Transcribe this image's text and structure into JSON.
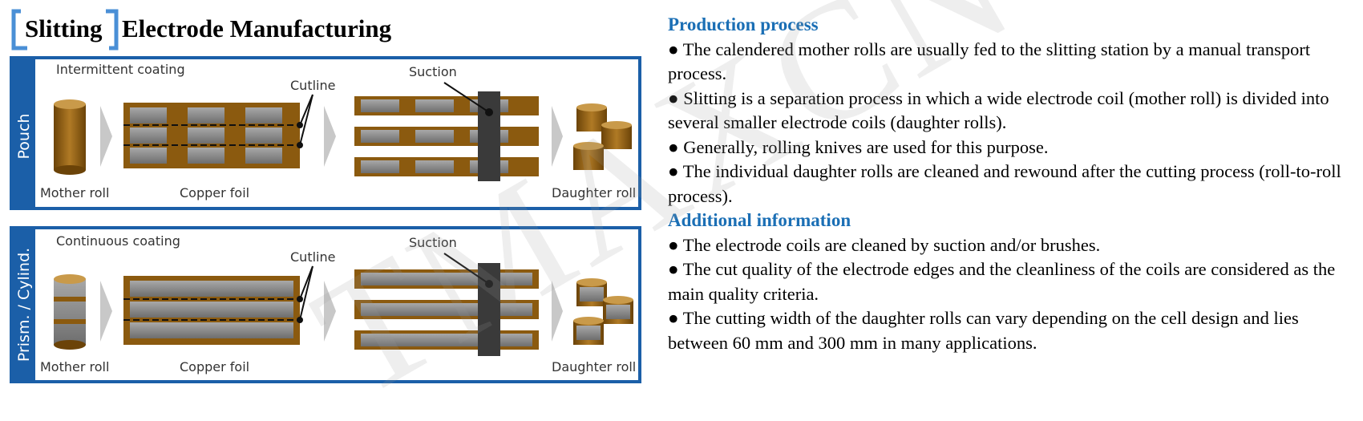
{
  "title": {
    "part1": "Slitting",
    "part2": "Electrode Manufacturing"
  },
  "colors": {
    "frame": "#1b5fa8",
    "bracket": "#4a8fd6",
    "foil": "#8b5a0f",
    "coating": "#8a8a8a",
    "suction": "#3a3a3a",
    "heading": "#1b6fb5"
  },
  "diagram": {
    "pouch": {
      "side_label": "Pouch",
      "coating_label": "Intermittent coating",
      "cutline_label": "Cutline",
      "suction_label": "Suction",
      "mother_roll_label": "Mother roll",
      "copper_foil_label": "Copper foil",
      "daughter_roll_label": "Daughter roll"
    },
    "prismatic": {
      "side_label": "Prism. / Cylind.",
      "coating_label": "Continuous coating",
      "cutline_label": "Cutline",
      "suction_label": "Suction",
      "mother_roll_label": "Mother roll",
      "copper_foil_label": "Copper foil",
      "daughter_roll_label": "Daughter roll"
    }
  },
  "production": {
    "heading": "Production process",
    "bullets": [
      "● The calendered mother rolls are usually fed to the slitting station by a manual transport process.",
      "● Slitting is a separation process in which a wide electrode coil (mother roll) is divided into several smaller electrode coils (daughter rolls).",
      "● Generally, rolling knives are used for this purpose.",
      "● The individual daughter rolls are cleaned and rewound after the cutting process (roll-to-roll process)."
    ]
  },
  "additional": {
    "heading": "Additional information",
    "bullets": [
      "● The electrode coils are cleaned by suction and/or brushes.",
      "● The cut quality of the electrode edges and the cleanliness of the coils are considered as the main quality criteria.",
      "● The cutting width of the daughter rolls can vary depending on the cell design and lies between 60 mm and 300 mm in many applications."
    ]
  },
  "watermark": "TMAXCN"
}
